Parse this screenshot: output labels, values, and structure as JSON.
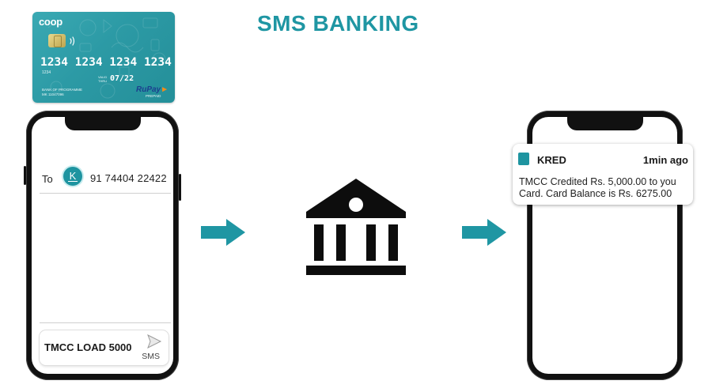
{
  "page": {
    "title": "SMS BANKING"
  },
  "card": {
    "logo": "coop",
    "number": "1234 1234 1234 1234",
    "small_number": "1234",
    "valid_label": "VALID THRU",
    "expiry": "07/22",
    "bank_line_1": "BANK OF PROGRAMME",
    "bank_line_2": "MK 11047096",
    "network": "RuPay",
    "network_tag": "PREPAID",
    "colors": {
      "primary": "#2c9aa5"
    }
  },
  "sender_phone": {
    "to_label": "To",
    "contact_initial": "K",
    "recipient_number": "91 74404 22422",
    "message": "TMCC LOAD 5000",
    "send_label": "SMS",
    "send_icon": "send-triangle-icon"
  },
  "flow": {
    "arrow_icon": "right-arrow-icon",
    "bank_icon": "bank-building-icon",
    "accent_color": "#1f96a3"
  },
  "receiver_phone": {
    "notification": {
      "app_name": "KRED",
      "time": "1min ago",
      "body": "TMCC Credited Rs. 5,000.00 to you Card. Card Balance is Rs. 6275.00"
    }
  }
}
